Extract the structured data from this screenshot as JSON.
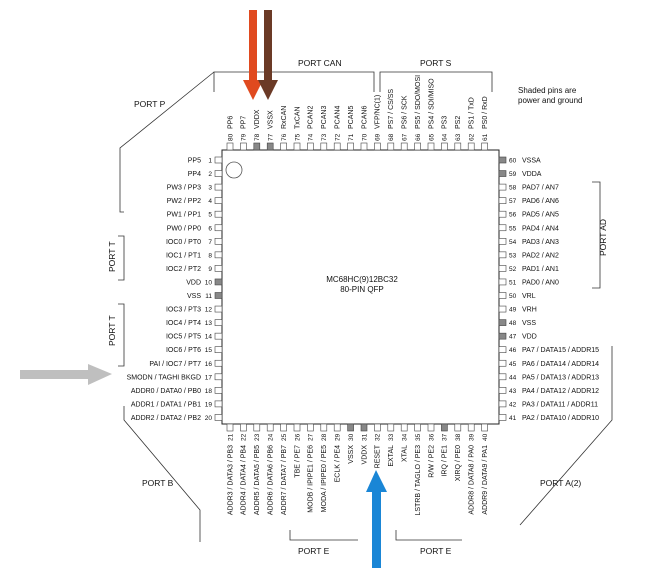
{
  "chip": {
    "name": "MC68HC(9)12BC32",
    "package": "80-PIN QFP"
  },
  "note": {
    "line1": "Shaded pins are",
    "line2": "power and ground"
  },
  "ports": {
    "can": "PORT CAN",
    "s": "PORT S",
    "p": "PORT P",
    "t1": "PORT T",
    "t2": "PORT T",
    "ad": "PORT AD",
    "b": "PORT B",
    "e": "PORT E",
    "e2": "PORT E",
    "a": "PORT A(2)"
  },
  "pins": {
    "left": [
      {
        "n": "1",
        "label": "PP5"
      },
      {
        "n": "2",
        "label": "PP4"
      },
      {
        "n": "3",
        "label": "PW3 / PP3"
      },
      {
        "n": "4",
        "label": "PW2 / PP2"
      },
      {
        "n": "5",
        "label": "PW1 / PP1"
      },
      {
        "n": "6",
        "label": "PW0 / PP0"
      },
      {
        "n": "7",
        "label": "IOC0 / PT0"
      },
      {
        "n": "8",
        "label": "IOC1 / PT1"
      },
      {
        "n": "9",
        "label": "IOC2 / PT2"
      },
      {
        "n": "10",
        "label": "VDD",
        "shaded": true
      },
      {
        "n": "11",
        "label": "VSS",
        "shaded": true
      },
      {
        "n": "12",
        "label": "IOC3 / PT3"
      },
      {
        "n": "13",
        "label": "IOC4 / PT4"
      },
      {
        "n": "14",
        "label": "IOC5 / PT5"
      },
      {
        "n": "15",
        "label": "IOC6 / PT6"
      },
      {
        "n": "16",
        "label": "PAI / IOC7 / PT7"
      },
      {
        "n": "17",
        "label": "SMODN / TAGHI BKGD"
      },
      {
        "n": "18",
        "label": "ADDR0 / DATA0 / PB0"
      },
      {
        "n": "19",
        "label": "ADDR1 / DATA1 / PB1"
      },
      {
        "n": "20",
        "label": "ADDR2 / DATA2 / PB2"
      }
    ],
    "right": [
      {
        "n": "60",
        "label": "VSSA",
        "shaded": true
      },
      {
        "n": "59",
        "label": "VDDA",
        "shaded": true
      },
      {
        "n": "58",
        "label": "PAD7 / AN7"
      },
      {
        "n": "57",
        "label": "PAD6 / AN6"
      },
      {
        "n": "56",
        "label": "PAD5 / AN5"
      },
      {
        "n": "55",
        "label": "PAD4 / AN4"
      },
      {
        "n": "54",
        "label": "PAD3 / AN3"
      },
      {
        "n": "53",
        "label": "PAD2 / AN2"
      },
      {
        "n": "52",
        "label": "PAD1 / AN1"
      },
      {
        "n": "51",
        "label": "PAD0 / AN0"
      },
      {
        "n": "50",
        "label": "VRL"
      },
      {
        "n": "49",
        "label": "VRH"
      },
      {
        "n": "48",
        "label": "VSS",
        "shaded": true
      },
      {
        "n": "47",
        "label": "VDD",
        "shaded": true
      },
      {
        "n": "46",
        "label": "PA7 / DATA15 / ADDR15"
      },
      {
        "n": "45",
        "label": "PA6 / DATA14 / ADDR14"
      },
      {
        "n": "44",
        "label": "PA5 / DATA13 / ADDR13"
      },
      {
        "n": "43",
        "label": "PA4 / DATA12 / ADDR12"
      },
      {
        "n": "42",
        "label": "PA3 / DATA11 / ADDR11"
      },
      {
        "n": "41",
        "label": "PA2 / DATA10 / ADDR10"
      }
    ],
    "top": [
      {
        "n": "80",
        "label": "PP6"
      },
      {
        "n": "79",
        "label": "PP7"
      },
      {
        "n": "78",
        "label": "VDDX",
        "shaded": true
      },
      {
        "n": "77",
        "label": "VSSX",
        "shaded": true
      },
      {
        "n": "76",
        "label": "RxCAN"
      },
      {
        "n": "75",
        "label": "TxCAN"
      },
      {
        "n": "74",
        "label": "PCAN2"
      },
      {
        "n": "73",
        "label": "PCAN3"
      },
      {
        "n": "72",
        "label": "PCAN4"
      },
      {
        "n": "71",
        "label": "PCAN5"
      },
      {
        "n": "70",
        "label": "PCAN6"
      },
      {
        "n": "69",
        "label": "VFP/NC(1)"
      },
      {
        "n": "68",
        "label": "PS7 / CS/SS"
      },
      {
        "n": "67",
        "label": "PS6 / SCK"
      },
      {
        "n": "66",
        "label": "PS5 / SDO/MOSI"
      },
      {
        "n": "65",
        "label": "PS4 / SDI/MISO"
      },
      {
        "n": "64",
        "label": "PS3"
      },
      {
        "n": "63",
        "label": "PS2"
      },
      {
        "n": "62",
        "label": "PS1 / TxD"
      },
      {
        "n": "61",
        "label": "PS0 / RxD"
      }
    ],
    "bottom": [
      {
        "n": "21",
        "label": "ADDR3 / DATA3 / PB3"
      },
      {
        "n": "22",
        "label": "ADDR4 / DATA4 / PB4"
      },
      {
        "n": "23",
        "label": "ADDR5 / DATA5 / PB5"
      },
      {
        "n": "24",
        "label": "ADDR6 / DATA6 / PB6"
      },
      {
        "n": "25",
        "label": "ADDR7 / DATA7 / PB7"
      },
      {
        "n": "26",
        "label": "TBE / PE7"
      },
      {
        "n": "27",
        "label": "MODB / IPIPE1 / PE6"
      },
      {
        "n": "28",
        "label": "MODA / IPIPE0 / PE5"
      },
      {
        "n": "29",
        "label": "ECLK / PE4"
      },
      {
        "n": "30",
        "label": "VSSX",
        "shaded": true
      },
      {
        "n": "31",
        "label": "VDDX",
        "shaded": true
      },
      {
        "n": "32",
        "label": "RESET"
      },
      {
        "n": "33",
        "label": "EXTAL"
      },
      {
        "n": "34",
        "label": "XTAL"
      },
      {
        "n": "35",
        "label": "LSTRB / TAGLO / PE3"
      },
      {
        "n": "36",
        "label": "R/W / PE2"
      },
      {
        "n": "37",
        "label": "IRQ / PE1",
        "shaded": true
      },
      {
        "n": "38",
        "label": "XIRQ / PE0"
      },
      {
        "n": "39",
        "label": "ADDR8 / DATA8 / PA0"
      },
      {
        "n": "40",
        "label": "ADDR9 / DATA9 / PA1"
      }
    ]
  },
  "arrows": {
    "red": "#e04a1f",
    "brown": "#6b3a26",
    "gray": "#bfbfbf",
    "blue": "#1a86d6"
  }
}
